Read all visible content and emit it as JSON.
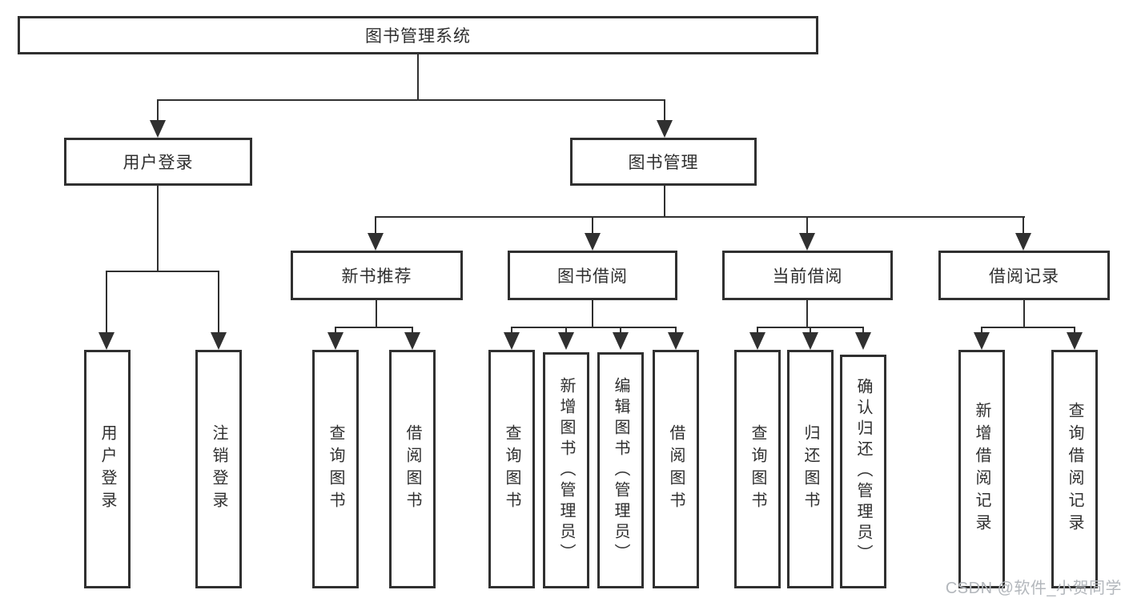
{
  "diagram_title": "图书管理系统",
  "nodes": {
    "root": "图书管理系统",
    "user_login": "用户登录",
    "book_management": "图书管理",
    "new_book_recommend": "新书推荐",
    "book_borrow": "图书借阅",
    "current_borrow": "当前借阅",
    "borrow_record": "借阅记录",
    "leaf_user_login": "用户登录",
    "leaf_logout": "注销登录",
    "leaf_nb_query_book": "查询图书",
    "leaf_nb_borrow_book": "借阅图书",
    "leaf_bb_query_book": "查询图书",
    "leaf_bb_add_book": "新增图书（管理员）",
    "leaf_bb_edit_book": "编辑图书（管理员）",
    "leaf_bb_borrow_book": "借阅图书",
    "leaf_cb_query_book": "查询图书",
    "leaf_cb_return_book": "归还图书",
    "leaf_cb_confirm_return": "确认归还（管理员）",
    "leaf_br_add_record": "新增借阅记录",
    "leaf_br_query_record": "查询借阅记录"
  },
  "hierarchy": {
    "图书管理系统": {
      "用户登录": [
        "用户登录",
        "注销登录"
      ],
      "图书管理": {
        "新书推荐": [
          "查询图书",
          "借阅图书"
        ],
        "图书借阅": [
          "查询图书",
          "新增图书（管理员）",
          "编辑图书（管理员）",
          "借阅图书"
        ],
        "当前借阅": [
          "查询图书",
          "归还图书",
          "确认归还（管理员）"
        ],
        "借阅记录": [
          "新增借阅记录",
          "查询借阅记录"
        ]
      }
    }
  },
  "watermark": {
    "text": "CSDN @软件_小贺同学"
  },
  "colors": {
    "line": "#303030",
    "text": "#2f2f2f",
    "background": "#ffffff",
    "watermark": "#b3b7bc"
  }
}
